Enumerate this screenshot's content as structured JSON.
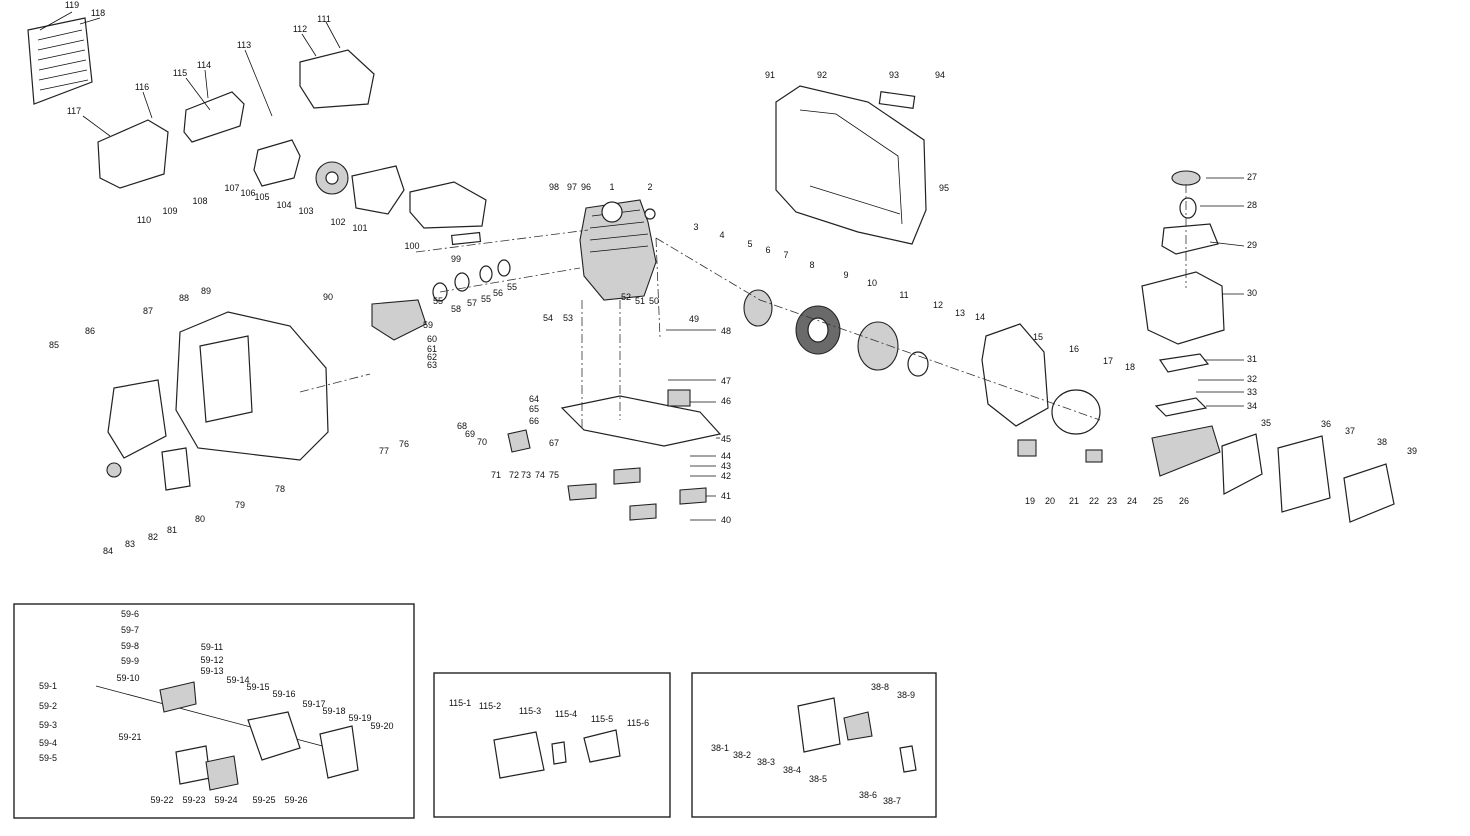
{
  "diagram": {
    "labels": [
      "119",
      "118",
      "111",
      "112",
      "113",
      "114",
      "115",
      "116",
      "117",
      "108",
      "107",
      "106",
      "105",
      "104",
      "103",
      "102",
      "101",
      "110",
      "109",
      "100",
      "99",
      "98",
      "97",
      "96",
      "1",
      "2",
      "3",
      "4",
      "5",
      "6",
      "7",
      "8",
      "9",
      "10",
      "11",
      "12",
      "13",
      "14",
      "15",
      "16",
      "17",
      "18",
      "19",
      "20",
      "21",
      "22",
      "23",
      "24",
      "25",
      "26",
      "27",
      "28",
      "29",
      "30",
      "31",
      "32",
      "33",
      "34",
      "35",
      "36",
      "37",
      "38",
      "39",
      "40",
      "41",
      "42",
      "43",
      "44",
      "45",
      "46",
      "47",
      "48",
      "49",
      "50",
      "51",
      "52",
      "53",
      "54",
      "55",
      "55",
      "55",
      "56",
      "57",
      "58",
      "59",
      "60",
      "61",
      "62",
      "63",
      "64",
      "65",
      "66",
      "67",
      "68",
      "69",
      "70",
      "71",
      "72",
      "73",
      "74",
      "75",
      "76",
      "77",
      "78",
      "79",
      "80",
      "81",
      "82",
      "83",
      "84",
      "85",
      "86",
      "87",
      "88",
      "89",
      "90",
      "91",
      "92",
      "93",
      "94",
      "95"
    ],
    "inset_59": [
      "59-1",
      "59-2",
      "59-3",
      "59-4",
      "59-5",
      "59-6",
      "59-7",
      "59-8",
      "59-9",
      "59-10",
      "59-11",
      "59-12",
      "59-13",
      "59-14",
      "59-15",
      "59-16",
      "59-17",
      "59-18",
      "59-19",
      "59-20",
      "59-21",
      "59-22",
      "59-23",
      "59-24",
      "59-25",
      "59-26"
    ],
    "inset_115": [
      "115-1",
      "115-2",
      "115-3",
      "115-4",
      "115-5",
      "115-6"
    ],
    "inset_38": [
      "38-1",
      "38-2",
      "38-3",
      "38-4",
      "38-5",
      "38-6",
      "38-7",
      "38-8",
      "38-9"
    ]
  }
}
